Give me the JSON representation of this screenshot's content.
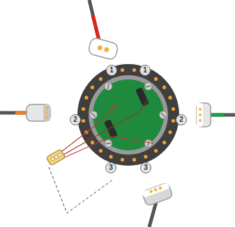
{
  "diagram": {
    "nodes": [
      {
        "text": [
          "1"
        ]
      },
      {
        "text": [
          "1"
        ]
      },
      {
        "text": [
          "2"
        ]
      },
      {
        "text": [
          "2"
        ]
      },
      {
        "text": [
          "3"
        ]
      },
      {
        "text": [
          "3"
        ]
      }
    ]
  }
}
